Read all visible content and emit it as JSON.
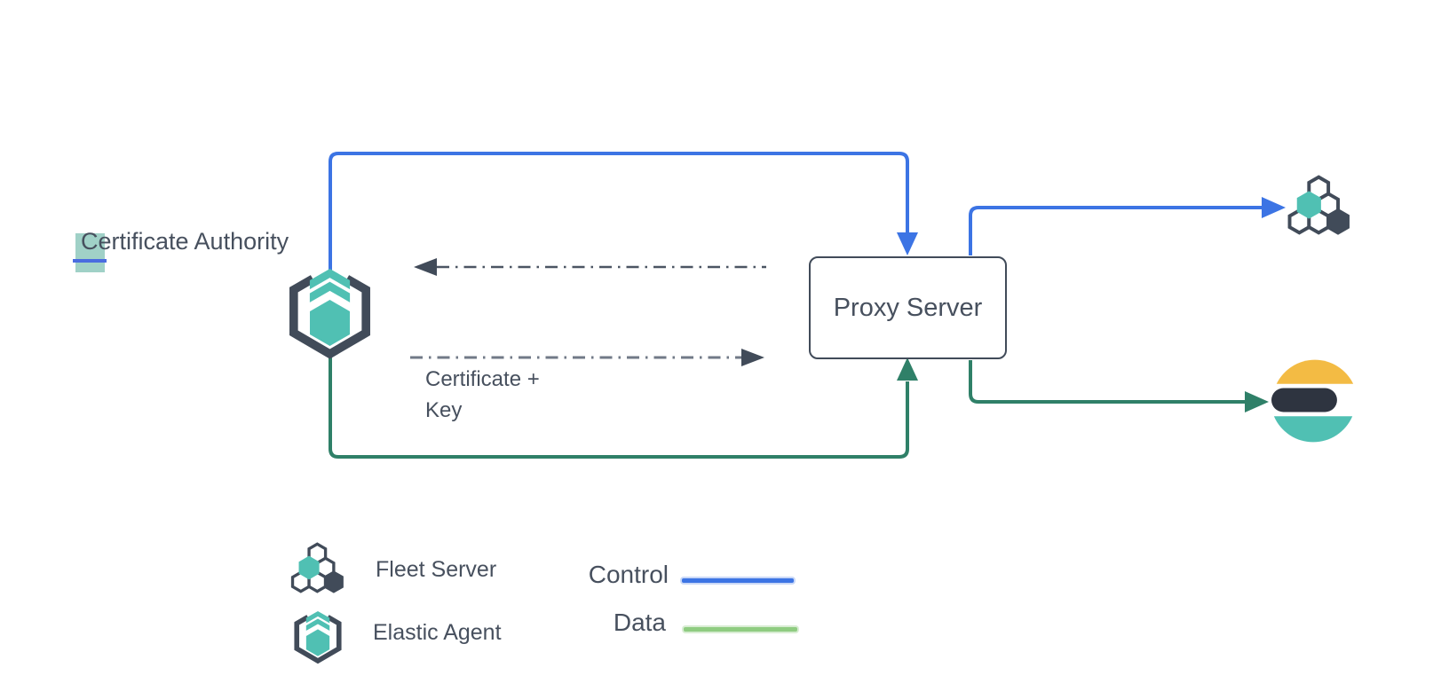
{
  "nodes": {
    "certificate_authority": {
      "label": "Certificate Authority",
      "selected_text": "C",
      "label_rest": "ertificate Authority"
    },
    "proxy_server": {
      "label": "Proxy Server"
    },
    "elastic_agent": {
      "icon": "elastic-agent-icon"
    },
    "fleet_server": {
      "icon": "fleet-server-icon"
    },
    "elasticsearch": {
      "icon": "elasticsearch-icon"
    }
  },
  "annotations": {
    "certificate_key": {
      "lines": [
        "Certificate +",
        "Key"
      ]
    }
  },
  "legend": {
    "items": [
      {
        "icon": "fleet-server-icon",
        "label": "Fleet Server"
      },
      {
        "icon": "elastic-agent-icon",
        "label": "Elastic Agent"
      }
    ],
    "flows": [
      {
        "label": "Control",
        "color": "#3c74e4"
      },
      {
        "label": "Data",
        "color": "#8fcc81"
      }
    ]
  },
  "colors": {
    "control_flow": "#3c74e4",
    "data_flow": "#2f8068",
    "data_legend": "#8fcc81",
    "outline_slate": "#414b59",
    "teal": "#50c0b3",
    "elastic_yellow": "#f3bb44",
    "elastic_dark": "#2e3440",
    "text": "#47505e",
    "selection_highlight": "#a0d1c7",
    "cursor_blue": "#4a6ce0"
  }
}
